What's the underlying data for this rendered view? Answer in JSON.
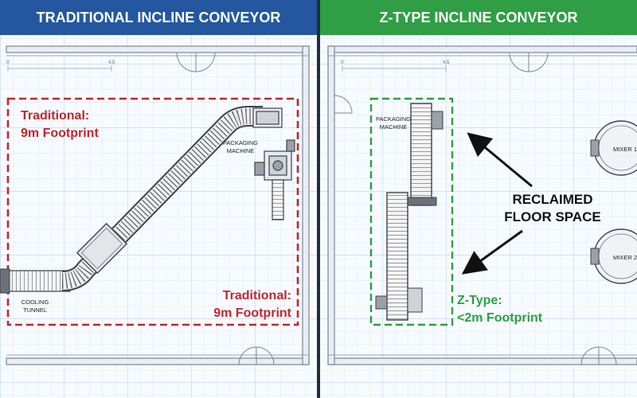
{
  "colors": {
    "left_header": "#2457a0",
    "right_header": "#2f9e44",
    "red": "#c0272d",
    "green": "#2f9e44",
    "grid_minor": "#d7e5f4",
    "grid_major": "#bdd3ec",
    "wall": "#7a8796",
    "machine": "#4a4f57"
  },
  "left_panel": {
    "title": "TRADITIONAL INCLINE CONVEYOR",
    "label_top_line1": "Traditional:",
    "label_top_line2": "9m Footprint",
    "label_bottom_line1": "Traditional:",
    "label_bottom_line2": "9m Footprint",
    "packaging_line1": "PACKAGING",
    "packaging_line2": "MACHINE",
    "cooling_line1": "COOLING",
    "cooling_line2": "TUNNEL",
    "scale_start": "0'",
    "scale_end": "4.5"
  },
  "right_panel": {
    "title": "Z-TYPE INCLINE CONVEYOR",
    "packaging_line1": "PACKAGING",
    "packaging_line2": "MACHINE",
    "reclaimed_line1": "RECLAIMED",
    "reclaimed_line2": "FLOOR SPACE",
    "ztype_line1": "Z-Type:",
    "ztype_line2": "<2m Footprint",
    "mixer1": "MIXER 1",
    "mixer2": "MIXER 2",
    "scale_start": "0'",
    "scale_end": "4.5"
  },
  "icons": [
    "arrow-icon",
    "door-icon"
  ]
}
